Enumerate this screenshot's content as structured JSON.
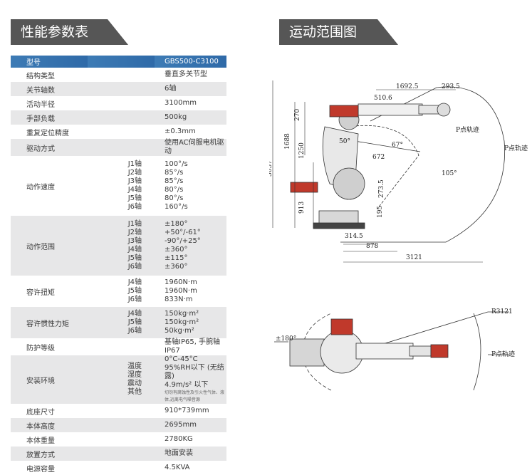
{
  "left_title": "性能参数表",
  "right_title": "运动范围图",
  "spec": {
    "header": {
      "key": "型号",
      "value": "GBS500-C3100"
    },
    "structure": {
      "key": "结构类型",
      "value": "垂直多关节型"
    },
    "axes": {
      "key": "关节轴数",
      "value": "6轴"
    },
    "radius": {
      "key": "活动半径",
      "value": "3100mm"
    },
    "payload": {
      "key": "手部负载",
      "value": "500kg"
    },
    "repeatability": {
      "key": "重复定位精度",
      "value": "±0.3mm"
    },
    "drive": {
      "key": "驱动方式",
      "value": "使用AC伺服电机驱动"
    },
    "speed": {
      "key": "动作速度",
      "subs": [
        "J1轴",
        "J2轴",
        "J3轴",
        "J4轴",
        "J5轴",
        "J6轴"
      ],
      "values": [
        "100°/s",
        "85°/s",
        "85°/s",
        "80°/s",
        "80°/s",
        "160°/s"
      ]
    },
    "range": {
      "key": "动作范围",
      "subs": [
        "J1轴",
        "J2轴",
        "J3轴",
        "J4轴",
        "J5轴",
        "J6轴"
      ],
      "values": [
        "±180°",
        "+50°/-61°",
        "-90°/+25°",
        "±360°",
        "±115°",
        "±360°"
      ]
    },
    "torque": {
      "key": "容许扭矩",
      "subs": [
        "J4轴",
        "J5轴",
        "J6轴"
      ],
      "values": [
        "1960N·m",
        "1960N·m",
        "833N·m"
      ]
    },
    "inertia": {
      "key": "容许惯性力矩",
      "subs": [
        "J4轴",
        "J5轴",
        "J6轴"
      ],
      "values": [
        "150kg·m²",
        "150kg·m²",
        "50kg·m²"
      ]
    },
    "protection": {
      "key": "防护等级",
      "value": "基轴IP65, 手腕轴IP67"
    },
    "environment": {
      "key": "安装环境",
      "subs": [
        "温度",
        "湿度",
        "震动",
        "其他"
      ],
      "values": [
        "0°C-45°C",
        "95%RH以下 (无结露)",
        "4.9m/s² 以下"
      ],
      "note": "切勿有腐蚀性及引火性气体、液体,远离电气噪音源"
    },
    "base": {
      "key": "底座尺寸",
      "value": "910*739mm"
    },
    "height": {
      "key": "本体高度",
      "value": "2695mm"
    },
    "weight": {
      "key": "本体重量",
      "value": "2780KG"
    },
    "mounting": {
      "key": "放置方式",
      "value": "地面安装"
    },
    "power": {
      "key": "电源容量",
      "value": "4.5KVA"
    }
  },
  "side_view": {
    "dims": {
      "d1692": "1692.5",
      "d293": "293.5",
      "d510": "510.6",
      "d270": "270",
      "d1688": "1688",
      "d1250": "1250",
      "d3057": "3057",
      "d913": "913",
      "d195": "195",
      "d273": "273.5",
      "d672": "672",
      "d314": "314.5",
      "d878": "878",
      "d3121": "3121"
    },
    "angles": {
      "a50": "50°",
      "a67": "67°",
      "a105": "105°"
    },
    "labels": {
      "p1": "P点轨迹",
      "p2": "P点轨迹"
    }
  },
  "top_view": {
    "dims": {
      "r": "R3121",
      "pm180": "±180°"
    },
    "labels": {
      "p": "P点轨迹"
    }
  }
}
